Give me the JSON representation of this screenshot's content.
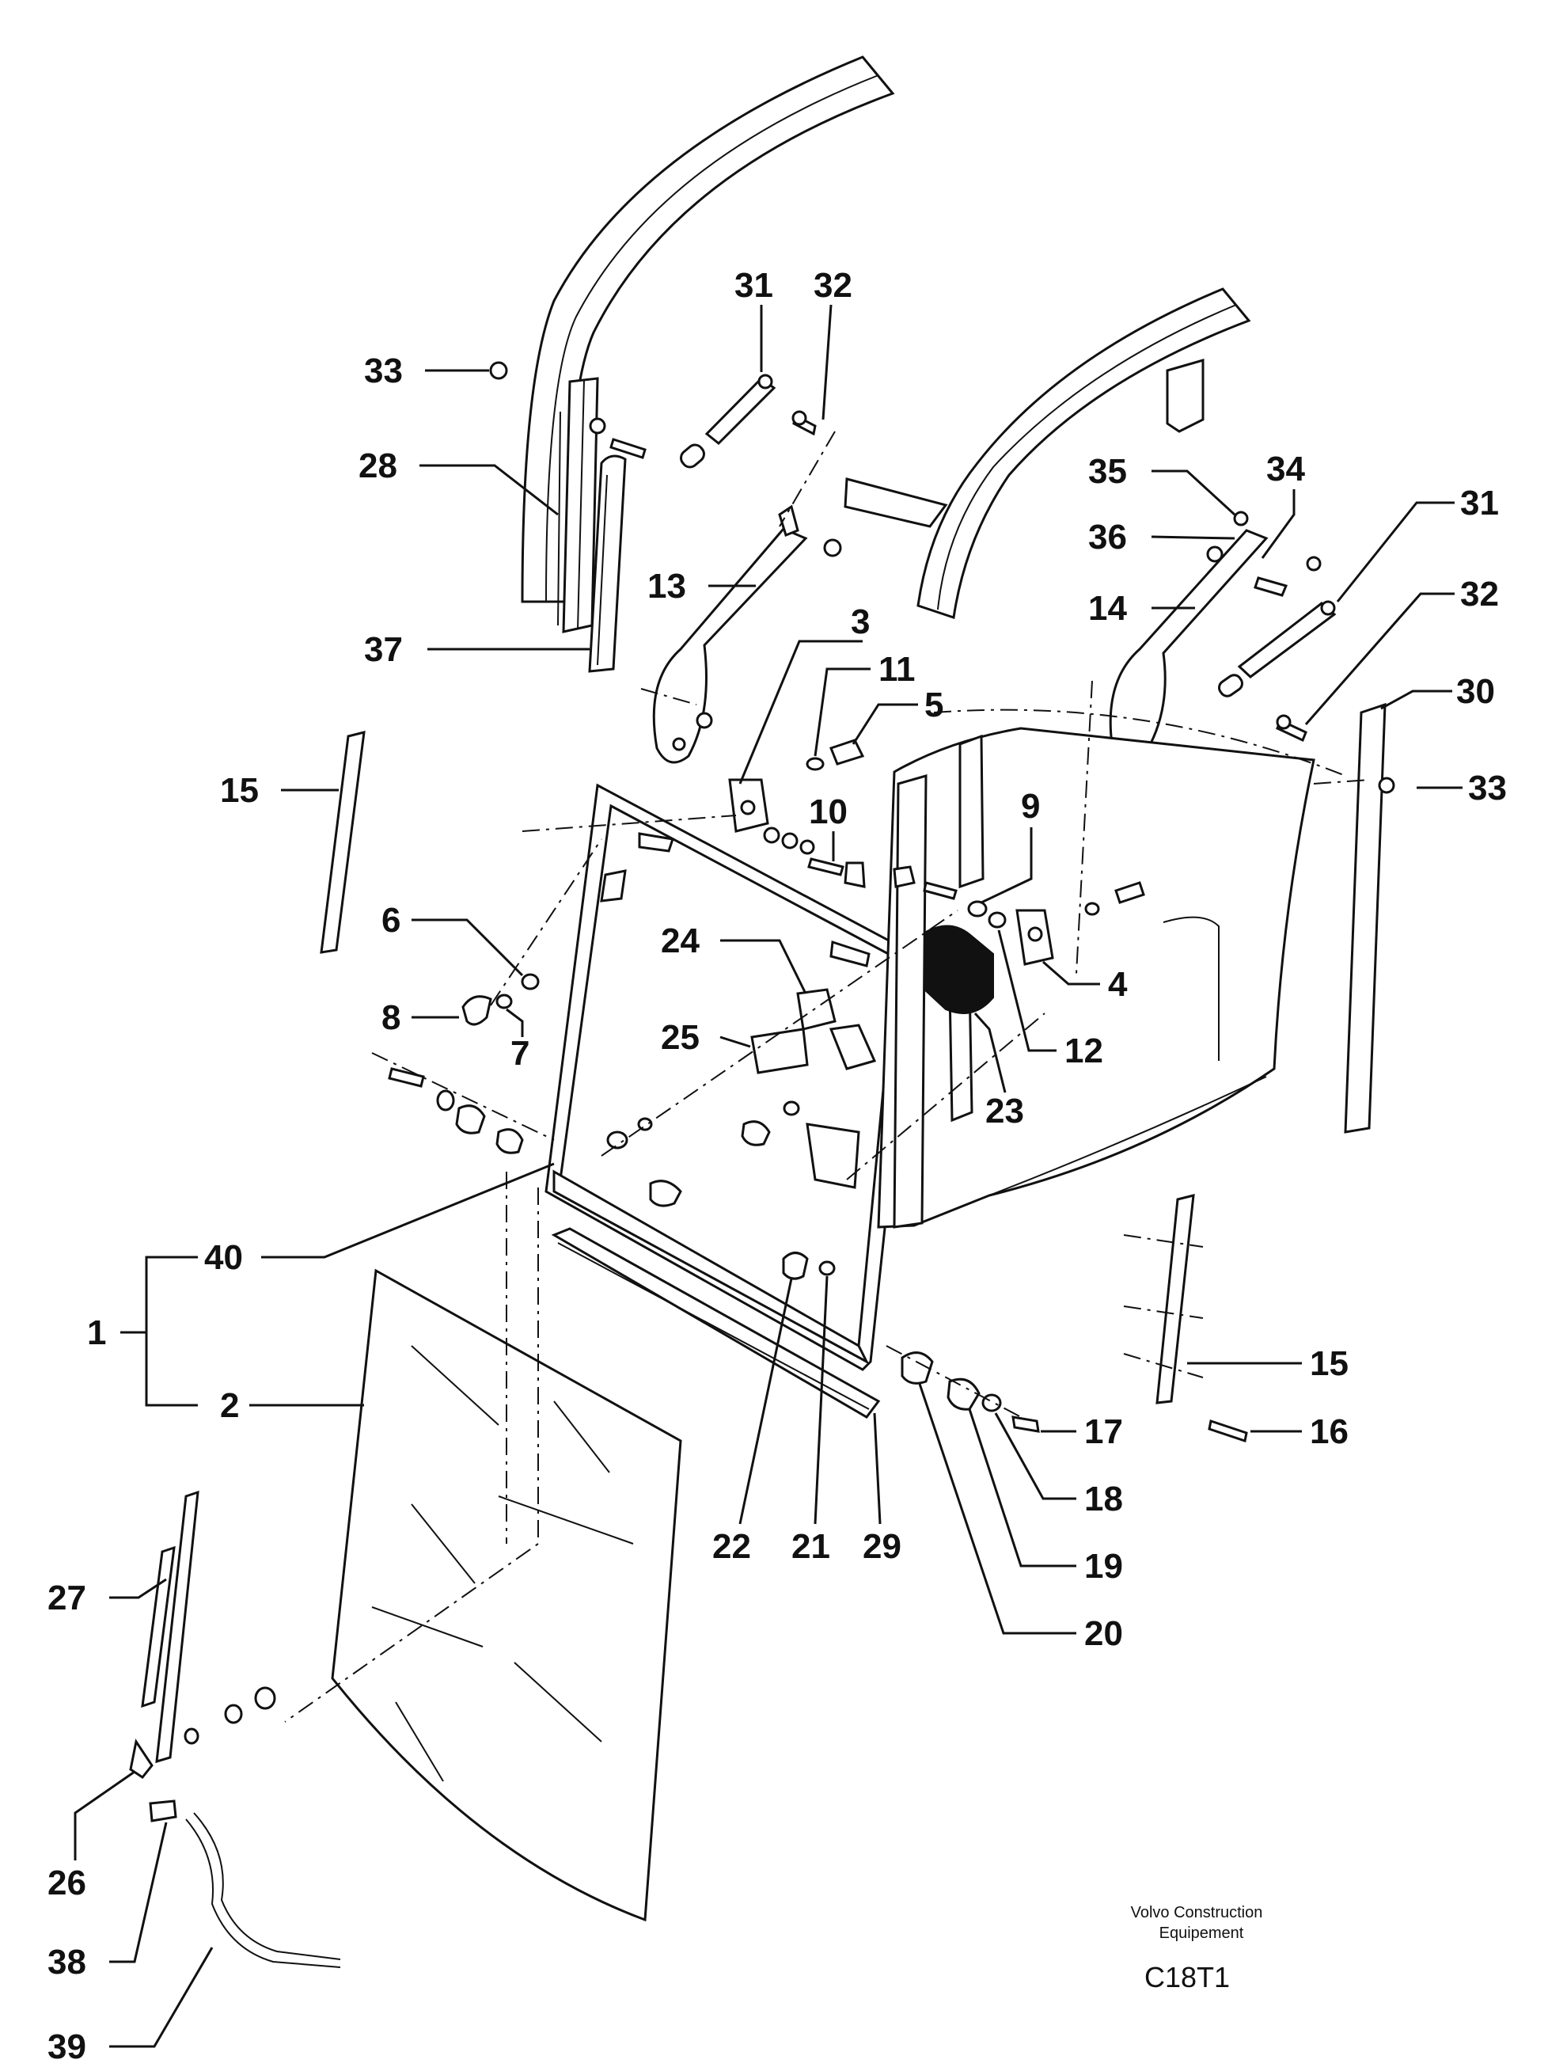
{
  "callouts": {
    "c1": "1",
    "c2": "2",
    "c3": "3",
    "c4": "4",
    "c5": "5",
    "c6": "6",
    "c7": "7",
    "c8": "8",
    "c9": "9",
    "c10": "10",
    "c11": "11",
    "c12": "12",
    "c13": "13",
    "c14": "14",
    "c15a": "15",
    "c15b": "15",
    "c16": "16",
    "c17": "17",
    "c18": "18",
    "c19": "19",
    "c20": "20",
    "c21": "21",
    "c22": "22",
    "c23": "23",
    "c24": "24",
    "c25": "25",
    "c26": "26",
    "c27": "27",
    "c28": "28",
    "c29": "29",
    "c30": "30",
    "c31a": "31",
    "c31b": "31",
    "c32a": "32",
    "c32b": "32",
    "c33a": "33",
    "c33b": "33",
    "c34": "34",
    "c35": "35",
    "c36": "36",
    "c37": "37",
    "c38": "38",
    "c39": "39",
    "c40": "40"
  },
  "footer": {
    "manufacturer_line1": "Volvo Construction",
    "manufacturer_line2": "Equipement",
    "drawing_code": "C18T1"
  },
  "colors": {
    "ink": "#111111",
    "paper": "#ffffff",
    "seal": "#111111"
  }
}
